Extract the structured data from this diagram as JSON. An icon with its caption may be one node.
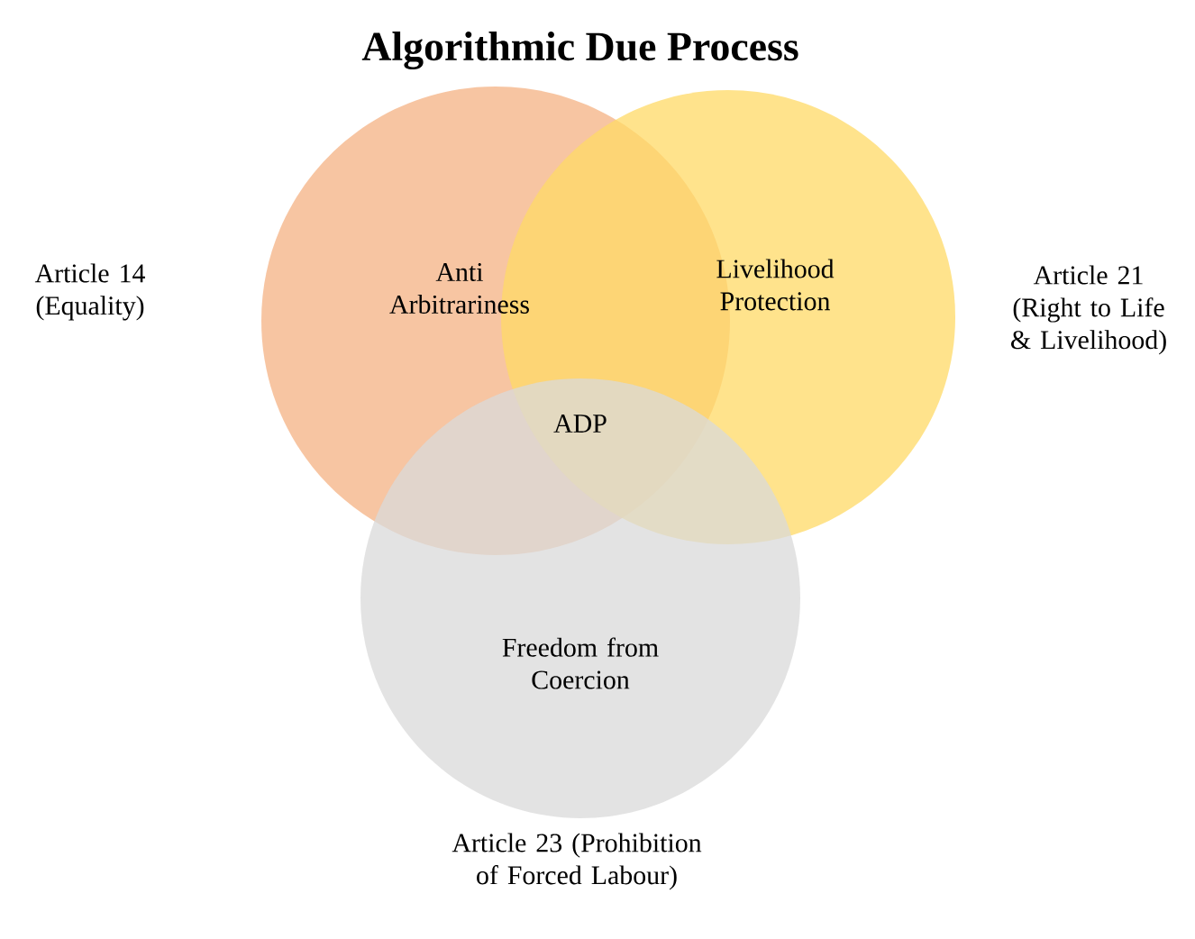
{
  "diagram": {
    "title": "Algorithmic Due Process",
    "nodes": [
      {
        "text": [
          "Anti Arbitrariness"
        ]
      },
      {
        "text": [
          "Livelihood Protection"
        ]
      },
      {
        "text": [
          "Freedom from Coercion"
        ],
        "beside": [
          "Article 23 (Prohibition of Forced Labour)"
        ]
      }
    ],
    "labels": [
      "Article 14 (Equality)",
      "Article 21 (Right to Life & Livelihood)",
      "ADP"
    ]
  }
}
